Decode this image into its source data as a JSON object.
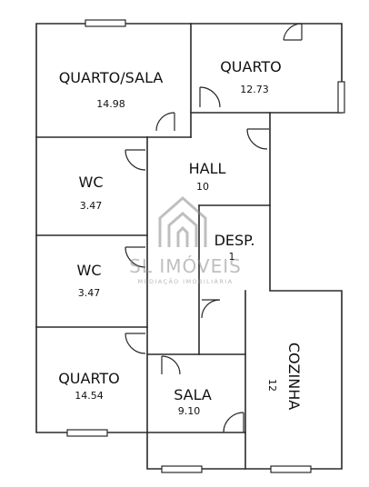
{
  "rooms": {
    "quarto_sala": {
      "name": "QUARTO/SALA",
      "area": "14.98"
    },
    "quarto_top": {
      "name": "QUARTO",
      "area": "12.73"
    },
    "wc_1": {
      "name": "WC",
      "area": "3.47"
    },
    "hall": {
      "name": "HALL",
      "area": "10"
    },
    "despensa": {
      "name": "DESP.",
      "area": "1"
    },
    "wc_2": {
      "name": "WC",
      "area": "3.47"
    },
    "cozinha": {
      "name": "COZINHA",
      "area": "12"
    },
    "quarto_bottom": {
      "name": "QUARTO",
      "area": "14.54"
    },
    "sala": {
      "name": "SALA",
      "area": "9.10"
    }
  },
  "watermark": {
    "brand": "SL IMÓVEIS",
    "tagline": "MEDIAÇÃO IMOBILIÁRIA"
  },
  "colors": {
    "walls": "#2a2a2a",
    "text": "#111111",
    "watermark": "#8a8a8a",
    "background": "#ffffff"
  }
}
